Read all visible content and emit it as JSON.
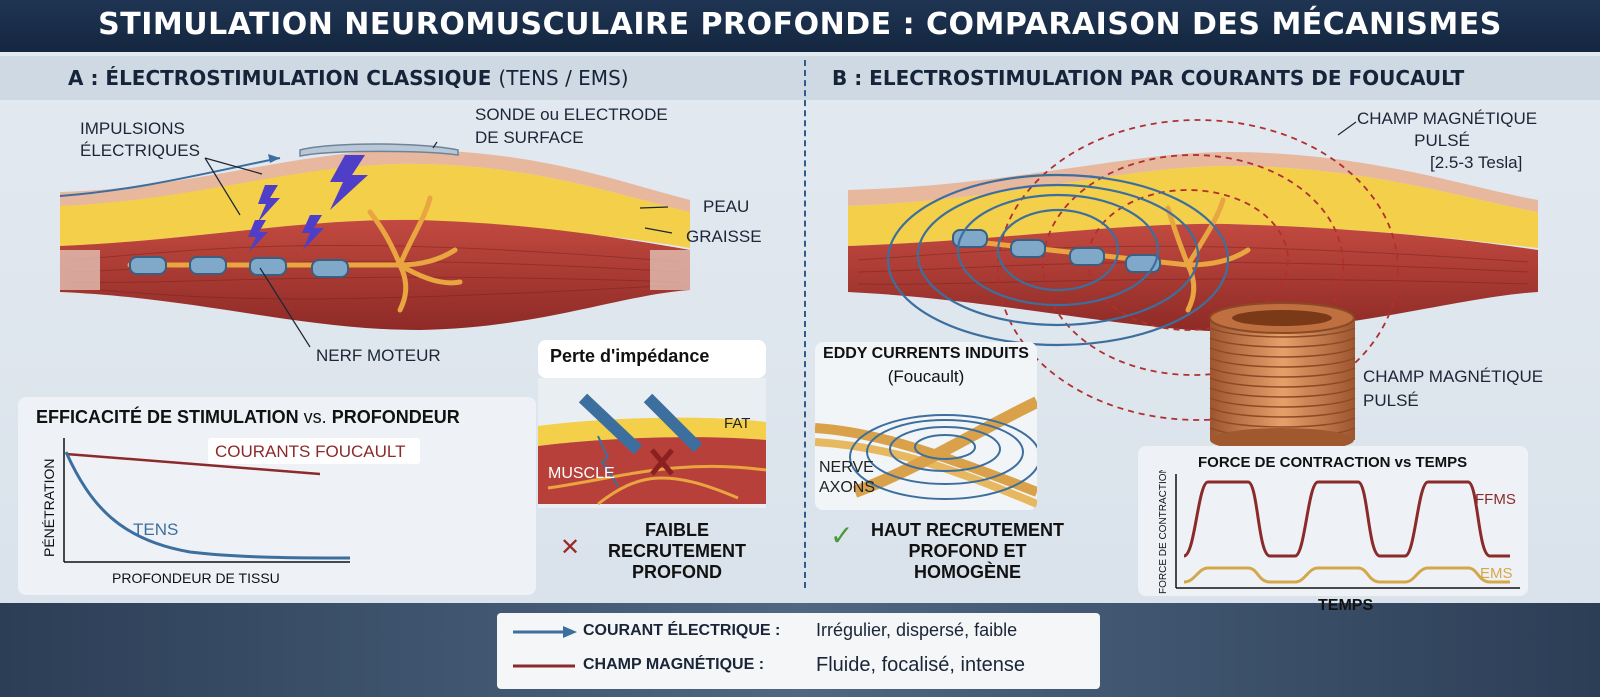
{
  "title": "STIMULATION NEUROMUSCULAIRE PROFONDE : COMPARAISON DES MÉCANISMES",
  "section_a": {
    "heading": "A : ÉLECTROSTIMULATION CLASSIQUE",
    "heading_sub": "(TENS / EMS)",
    "labels": {
      "impulsions": "IMPULSIONS ÉLECTRIQUES",
      "sonde_line1": "SONDE ou ELECTRODE",
      "sonde_line2": "DE SURFACE",
      "peau": "PEAU",
      "graisse": "GRAISSE",
      "nerf": "NERF MOTEUR"
    },
    "depth_chart": {
      "title_part1": "EFFICACITÉ DE STIMULATION",
      "title_part2": "vs.",
      "title_part3": "PROFONDEUR",
      "ylabel": "PÉNÉTRATION",
      "xlabel": "PROFONDEUR DE TISSU",
      "series_labels": [
        "COURANTS FOUCAULT",
        "TENS"
      ]
    },
    "impedance": {
      "title": "Perte d'impédance",
      "fat": "FAT",
      "muscle": "MUSCLE"
    },
    "result": {
      "icon": "cross-icon",
      "line1": "FAIBLE",
      "line2": "RECRUTEMENT",
      "line3": "PROFOND"
    }
  },
  "section_b": {
    "heading": "B : ELECTROSTIMULATION PAR COURANTS DE FOUCAULT",
    "labels": {
      "champ_top_line1": "CHAMP MAGNÉTIQUE",
      "champ_top_line2": "PULSÉ",
      "champ_top_line3": "[2.5-3 Tesla]",
      "champ_coil_line1": "CHAMP MAGNÉTIQUE",
      "champ_coil_line2": "PULSÉ"
    },
    "eddy": {
      "title": "EDDY CURRENTS INDUITS",
      "subtitle": "(Foucault)",
      "nerve": "NERVE",
      "axons": "AXONS"
    },
    "result": {
      "icon": "check-icon",
      "line1": "HAUT RECRUTEMENT",
      "line2": "PROFOND ET",
      "line3": "HOMOGÈNE"
    },
    "force_chart": {
      "title": "FORCE DE CONTRACTION vs TEMPS",
      "ylabel": "FORCE DE CONTRACTION",
      "xlabel": "TEMPS",
      "series_labels": [
        "FFMS",
        "EMS"
      ]
    }
  },
  "legend": {
    "items": [
      {
        "label": "COURANT ÉLECTRIQUE :",
        "desc": "Irrégulier, dispersé, faible",
        "color": "#3d6f9e"
      },
      {
        "label": "CHAMP MAGNÉTIQUE :",
        "desc": "Fluide, focalisé, intense",
        "color": "#8b2a2a"
      }
    ]
  },
  "colors": {
    "title_bg": "#1b2f4a",
    "electric": "#3d6f9e",
    "magnetic": "#8b2a2a",
    "fat": "#f3cf4a",
    "muscle": "#b8403a",
    "nerve": "#e8a540",
    "coil": "#c87a42",
    "check": "#4a9a3a",
    "cross": "#9a2a2a"
  }
}
